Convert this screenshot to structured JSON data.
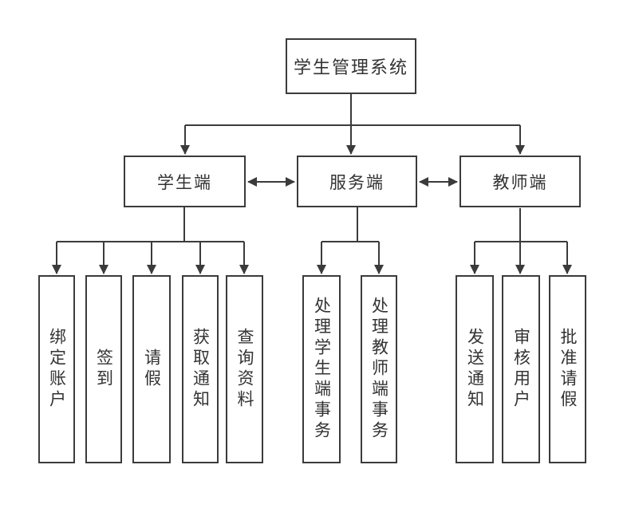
{
  "diagram": {
    "root": {
      "label": "学生管理系统"
    },
    "level2": [
      {
        "label": "学生端"
      },
      {
        "label": "服务端"
      },
      {
        "label": "教师端"
      }
    ],
    "student_tasks": [
      {
        "label": "绑定账户"
      },
      {
        "label": "签到"
      },
      {
        "label": "请假"
      },
      {
        "label": "获取通知"
      },
      {
        "label": "查询资料"
      }
    ],
    "server_tasks": [
      {
        "label": "处理学生端事务"
      },
      {
        "label": "处理教师端事务"
      }
    ],
    "teacher_tasks": [
      {
        "label": "发送通知"
      },
      {
        "label": "审核用户"
      },
      {
        "label": "批准请假"
      }
    ],
    "edges": [
      {
        "from": "学生管理系统",
        "to": "学生端",
        "type": "arrow"
      },
      {
        "from": "学生管理系统",
        "to": "服务端",
        "type": "arrow"
      },
      {
        "from": "学生管理系统",
        "to": "教师端",
        "type": "arrow"
      },
      {
        "from": "学生端",
        "to": "服务端",
        "type": "double-arrow"
      },
      {
        "from": "服务端",
        "to": "教师端",
        "type": "double-arrow"
      },
      {
        "from": "学生端",
        "to": "绑定账户",
        "type": "arrow"
      },
      {
        "from": "学生端",
        "to": "签到",
        "type": "arrow"
      },
      {
        "from": "学生端",
        "to": "请假",
        "type": "arrow"
      },
      {
        "from": "学生端",
        "to": "获取通知",
        "type": "arrow"
      },
      {
        "from": "学生端",
        "to": "查询资料",
        "type": "arrow"
      },
      {
        "from": "服务端",
        "to": "处理学生端事务",
        "type": "arrow"
      },
      {
        "from": "服务端",
        "to": "处理教师端事务",
        "type": "arrow"
      },
      {
        "from": "教师端",
        "to": "发送通知",
        "type": "arrow"
      },
      {
        "from": "教师端",
        "to": "审核用户",
        "type": "arrow"
      },
      {
        "from": "教师端",
        "to": "批准请假",
        "type": "arrow"
      }
    ],
    "colors": {
      "line": "#3b3b3b",
      "text": "#333333",
      "background": "#ffffff"
    }
  }
}
